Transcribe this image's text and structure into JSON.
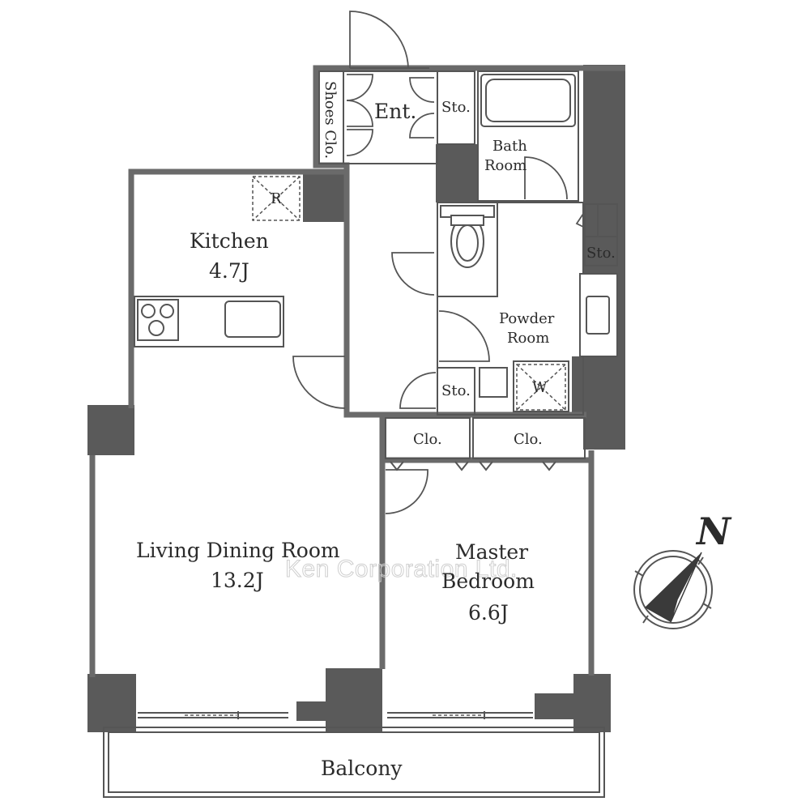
{
  "rooms": {
    "entrance": "Ent.",
    "shoes_closet": "Shoes Clo.",
    "storage_entrance": "Sto.",
    "bath_room_line1": "Bath",
    "bath_room_line2": "Room",
    "kitchen_name": "Kitchen",
    "kitchen_size": "4.7J",
    "fridge_mark": "R",
    "storage_right": "Sto.",
    "powder_room_line1": "Powder",
    "powder_room_line2": "Room",
    "storage_hall": "Sto.",
    "washer_mark": "W",
    "closet_left": "Clo.",
    "closet_right": "Clo.",
    "living_name": "Living Dining Room",
    "living_size": "13.2J",
    "master_line1": "Master",
    "master_line2": "Bedroom",
    "master_size": "6.6J",
    "balcony": "Balcony"
  },
  "watermark": "Ken Corporation Ltd.",
  "compass": {
    "label": "N",
    "icon": "compass-icon"
  },
  "colors": {
    "wall": "#6a6a6a",
    "column": "#5a5a5a",
    "line": "#555555",
    "text": "#2b2b2b"
  }
}
